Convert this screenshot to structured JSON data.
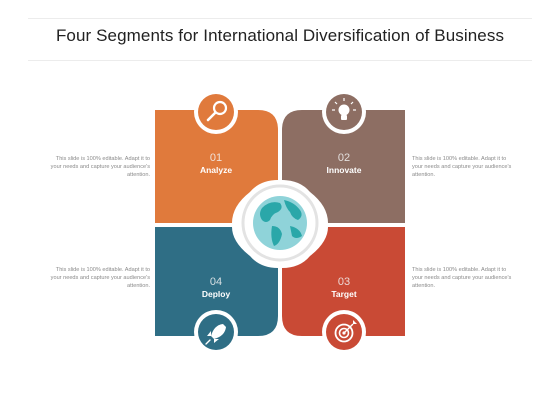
{
  "title": "Four Segments for International Diversification of Business",
  "segments": [
    {
      "number": "01",
      "label": "Analyze",
      "color": "#e07a3c",
      "icon": "magnifier-icon"
    },
    {
      "number": "02",
      "label": "Innovate",
      "color": "#8d6e63",
      "icon": "lightbulb-icon"
    },
    {
      "number": "03",
      "label": "Target",
      "color": "#c94a35",
      "icon": "target-icon"
    },
    {
      "number": "04",
      "label": "Deploy",
      "color": "#2f6e85",
      "icon": "rocket-icon"
    }
  ],
  "descriptions": {
    "top_left": "This slide is 100% editable. Adapt it to your needs and capture your audience's attention.",
    "top_right": "This slide is 100% editable. Adapt it to your needs and capture your audience's attention.",
    "bottom_left": "This slide is 100% editable. Adapt it to your needs and capture your audience's attention.",
    "bottom_right": "This slide is 100% editable. Adapt it to your needs and capture your audience's attention."
  },
  "center_icon": "globe-icon",
  "colors": {
    "ocean": "#8fd3d9",
    "land": "#2aa7a9",
    "ring": "#e3e3e3"
  }
}
